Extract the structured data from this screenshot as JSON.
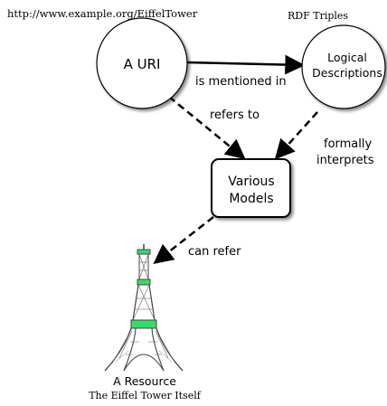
{
  "captions": {
    "uri_url": "http://www.example.org/EiffelTower",
    "rdf": "RDF Triples",
    "resource_title": "A Resource",
    "resource_subtitle": "The Eiffel Tower Itself"
  },
  "nodes": {
    "uri": {
      "label": "A URI"
    },
    "logical": {
      "label_line1": "Logical",
      "label_line2": "Descriptions"
    },
    "models": {
      "label_line1": "Various",
      "label_line2": "Models"
    }
  },
  "edges": {
    "mentioned": "is mentioned in",
    "refers": "refers to",
    "interprets_line1": "formally",
    "interprets_line2": "interprets",
    "can_refer": "can refer"
  },
  "colors": {
    "stroke": "#000000",
    "node_fill": "#ffffff",
    "tower_stroke": "#444444",
    "tower_accent": "#33dd66"
  },
  "icons": {
    "resource": "eiffel-tower-icon"
  }
}
